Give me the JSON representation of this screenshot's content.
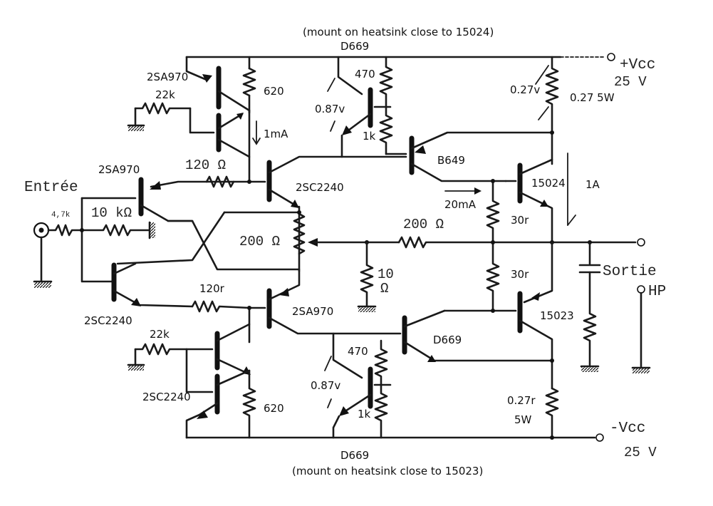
{
  "labels": {
    "heatsink_top": "(mount on heatsink close to 15024)",
    "d669_top": "D669",
    "r470_top": "470",
    "r620_top": "620",
    "q_2sa970_top": "2SA970",
    "r22k_top": "22k",
    "i_1ma": "1mA",
    "v087_top": "0.87v",
    "r1k_top": "1k",
    "v027_top": "0.27v",
    "r027_top": "0.27 5W",
    "vcc_pos": "+Vcc",
    "vcc_pos_val": "25 V",
    "r120_top": "120 Ω",
    "q_2sc2240_mid": "2SC2240",
    "q_b649": "B649",
    "q_15024": "15024",
    "i_1a": "1A",
    "q_2sa970_in": "2SA970",
    "entree": "Entrée",
    "r47k": "4,7k",
    "r10k": "10 kΩ",
    "i_20ma": "20mA",
    "r30_top": "30r",
    "r200_right": "200 Ω",
    "r200_pot": "200 Ω",
    "r10": "10",
    "r10_unit": "Ω",
    "r30_bot": "30r",
    "sortie": "Sortie",
    "hp": "HP",
    "q_2sc2240_in": "2SC2240",
    "r120_bot": "120r",
    "q_2sa970_bot": "2SA970",
    "q_15023": "15023",
    "r22k_bot": "22k",
    "q_d669_bot": "D669",
    "r470_bot": "470",
    "q_2sc2240_bot": "2SC2240",
    "v087_bot": "0.87v",
    "r620_bot": "620",
    "r1k_bot": "1k",
    "v027_bot": "0.27r",
    "r5w_bot": "5W",
    "vcc_neg": "-Vcc",
    "vcc_neg_val": "25 V",
    "d669_bottom": "D669",
    "heatsink_bot": "(mount on heatsink close to 15023)"
  }
}
